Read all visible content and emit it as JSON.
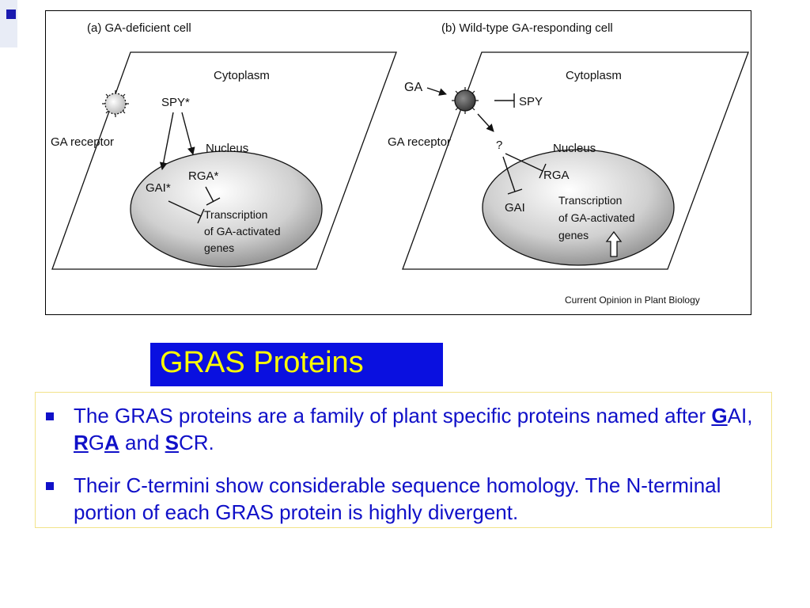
{
  "figure": {
    "panel_a": {
      "title": "(a) GA-deficient cell",
      "cytoplasm": "Cytoplasm",
      "spy": "SPY*",
      "ga_receptor": "GA receptor",
      "nucleus": "Nucleus",
      "rga": "RGA*",
      "gai": "GAI*",
      "transcription_line1": "Transcription",
      "transcription_line2": "of GA-activated",
      "transcription_line3": "genes"
    },
    "panel_b": {
      "title": "(b) Wild-type GA-responding cell",
      "cytoplasm": "Cytoplasm",
      "ga": "GA",
      "spy": "SPY",
      "ga_receptor": "GA receptor",
      "question": "?",
      "nucleus": "Nucleus",
      "rga": "RGA",
      "gai": "GAI",
      "transcription_line1": "Transcription",
      "transcription_line2": "of GA-activated",
      "transcription_line3": "genes"
    },
    "credit": "Current Opinion in Plant Biology"
  },
  "section_title": "GRAS Proteins",
  "bullets": {
    "b1_text1": "The GRAS proteins are a family of plant specific proteins named after ",
    "b1_g": "G",
    "b1_ai": "AI, ",
    "b1_r": "R",
    "b1_gmid": "G",
    "b1_a": "A",
    "b1_and": " and ",
    "b1_s": "S",
    "b1_cr": "CR.",
    "b2_text": "Their C-termini show considerable sequence homology. The N-terminal portion of each GRAS protein is highly divergent."
  },
  "colors": {
    "title_bg": "#0a10e0",
    "title_fg": "#ffff00",
    "bullet_fg": "#1010c8",
    "box_border": "#f2e38a"
  }
}
